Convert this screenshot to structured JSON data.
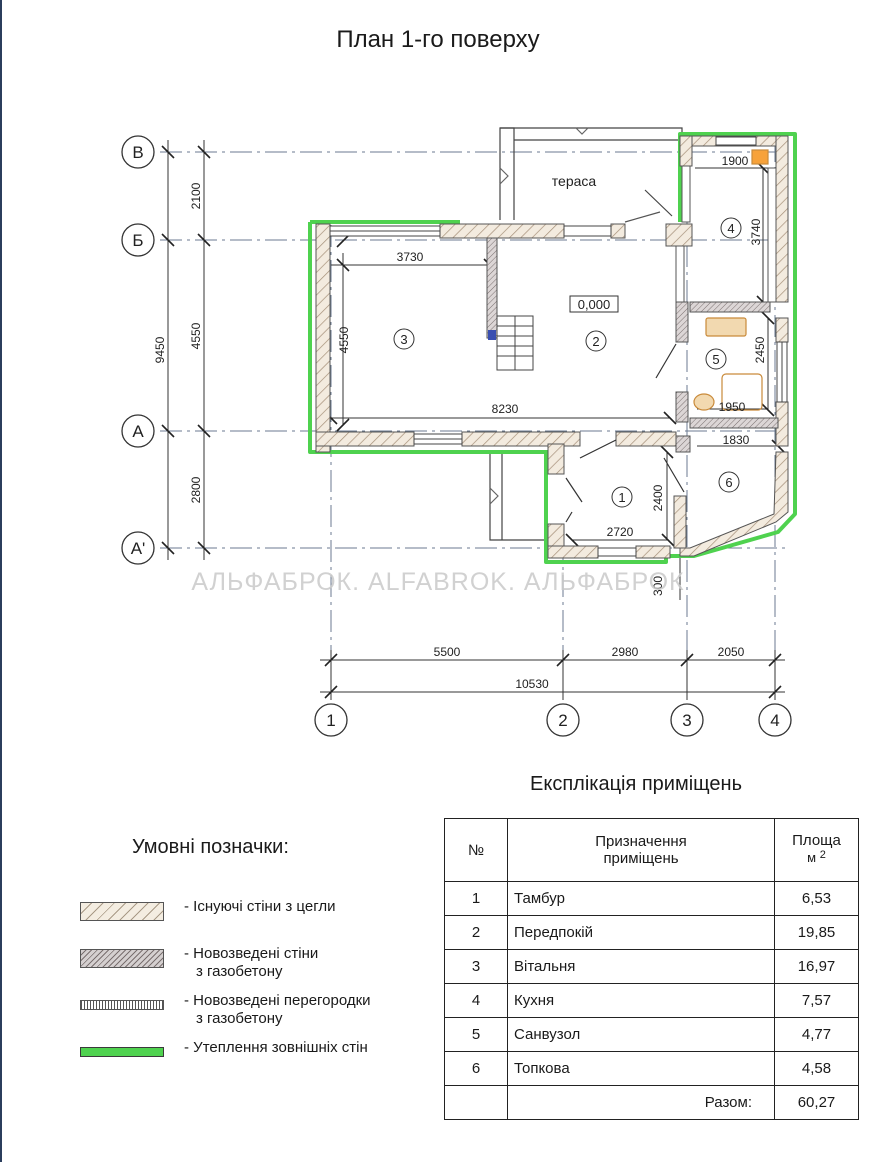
{
  "title": "План 1-го поверху",
  "watermark": "АЛЬФАБРОК. ALFABROK. АЛЬФАБРОК",
  "plan": {
    "axes_rows": [
      "В",
      "Б",
      "А",
      "А'"
    ],
    "axes_cols": [
      "1",
      "2",
      "3",
      "4"
    ],
    "row_dims": [
      "2100",
      "4550",
      "2800"
    ],
    "total_height_dim": "9450",
    "col_dims": [
      "5500",
      "2980",
      "2050"
    ],
    "total_width_dim": "10530",
    "terrace_label": "тераса",
    "level_mark": "0,000",
    "inner_dims": {
      "d3730": "3730",
      "d4550": "4550",
      "d8230": "8230",
      "d1900": "1900",
      "d3740": "3740",
      "d2450": "2450",
      "d1950": "1950",
      "d1830": "1830",
      "d2400": "2400",
      "d2720": "2720",
      "d300": "300"
    },
    "room_numbers": [
      "1",
      "2",
      "3",
      "4",
      "5",
      "6"
    ],
    "insulation_color": "#4fd24f"
  },
  "legend": {
    "title": "Умовні позначки:",
    "items": [
      {
        "line1": "- Існуючі стіни з цегли",
        "line2": ""
      },
      {
        "line1": "- Новозведені стіни",
        "line2": "з газобетону"
      },
      {
        "line1": "- Новозведені перегородки",
        "line2": "з газобетону"
      },
      {
        "line1": "- Утеплення зовнішніх стін",
        "line2": ""
      }
    ]
  },
  "explication": {
    "title": "Експлікація приміщень",
    "headers": {
      "num": "№",
      "name_l1": "Призначення",
      "name_l2": "приміщень",
      "area_l1": "Площа",
      "area_unit": "м",
      "area_sup": "2"
    },
    "rows": [
      {
        "num": "1",
        "name": "Тамбур",
        "area": "6,53"
      },
      {
        "num": "2",
        "name": "Передпокій",
        "area": "19,85"
      },
      {
        "num": "3",
        "name": "Вітальня",
        "area": "16,97"
      },
      {
        "num": "4",
        "name": "Кухня",
        "area": "7,57"
      },
      {
        "num": "5",
        "name": "Санвузол",
        "area": "4,77"
      },
      {
        "num": "6",
        "name": "Топкова",
        "area": "4,58"
      }
    ],
    "total_label": "Разом:",
    "total_value": "60,27"
  }
}
